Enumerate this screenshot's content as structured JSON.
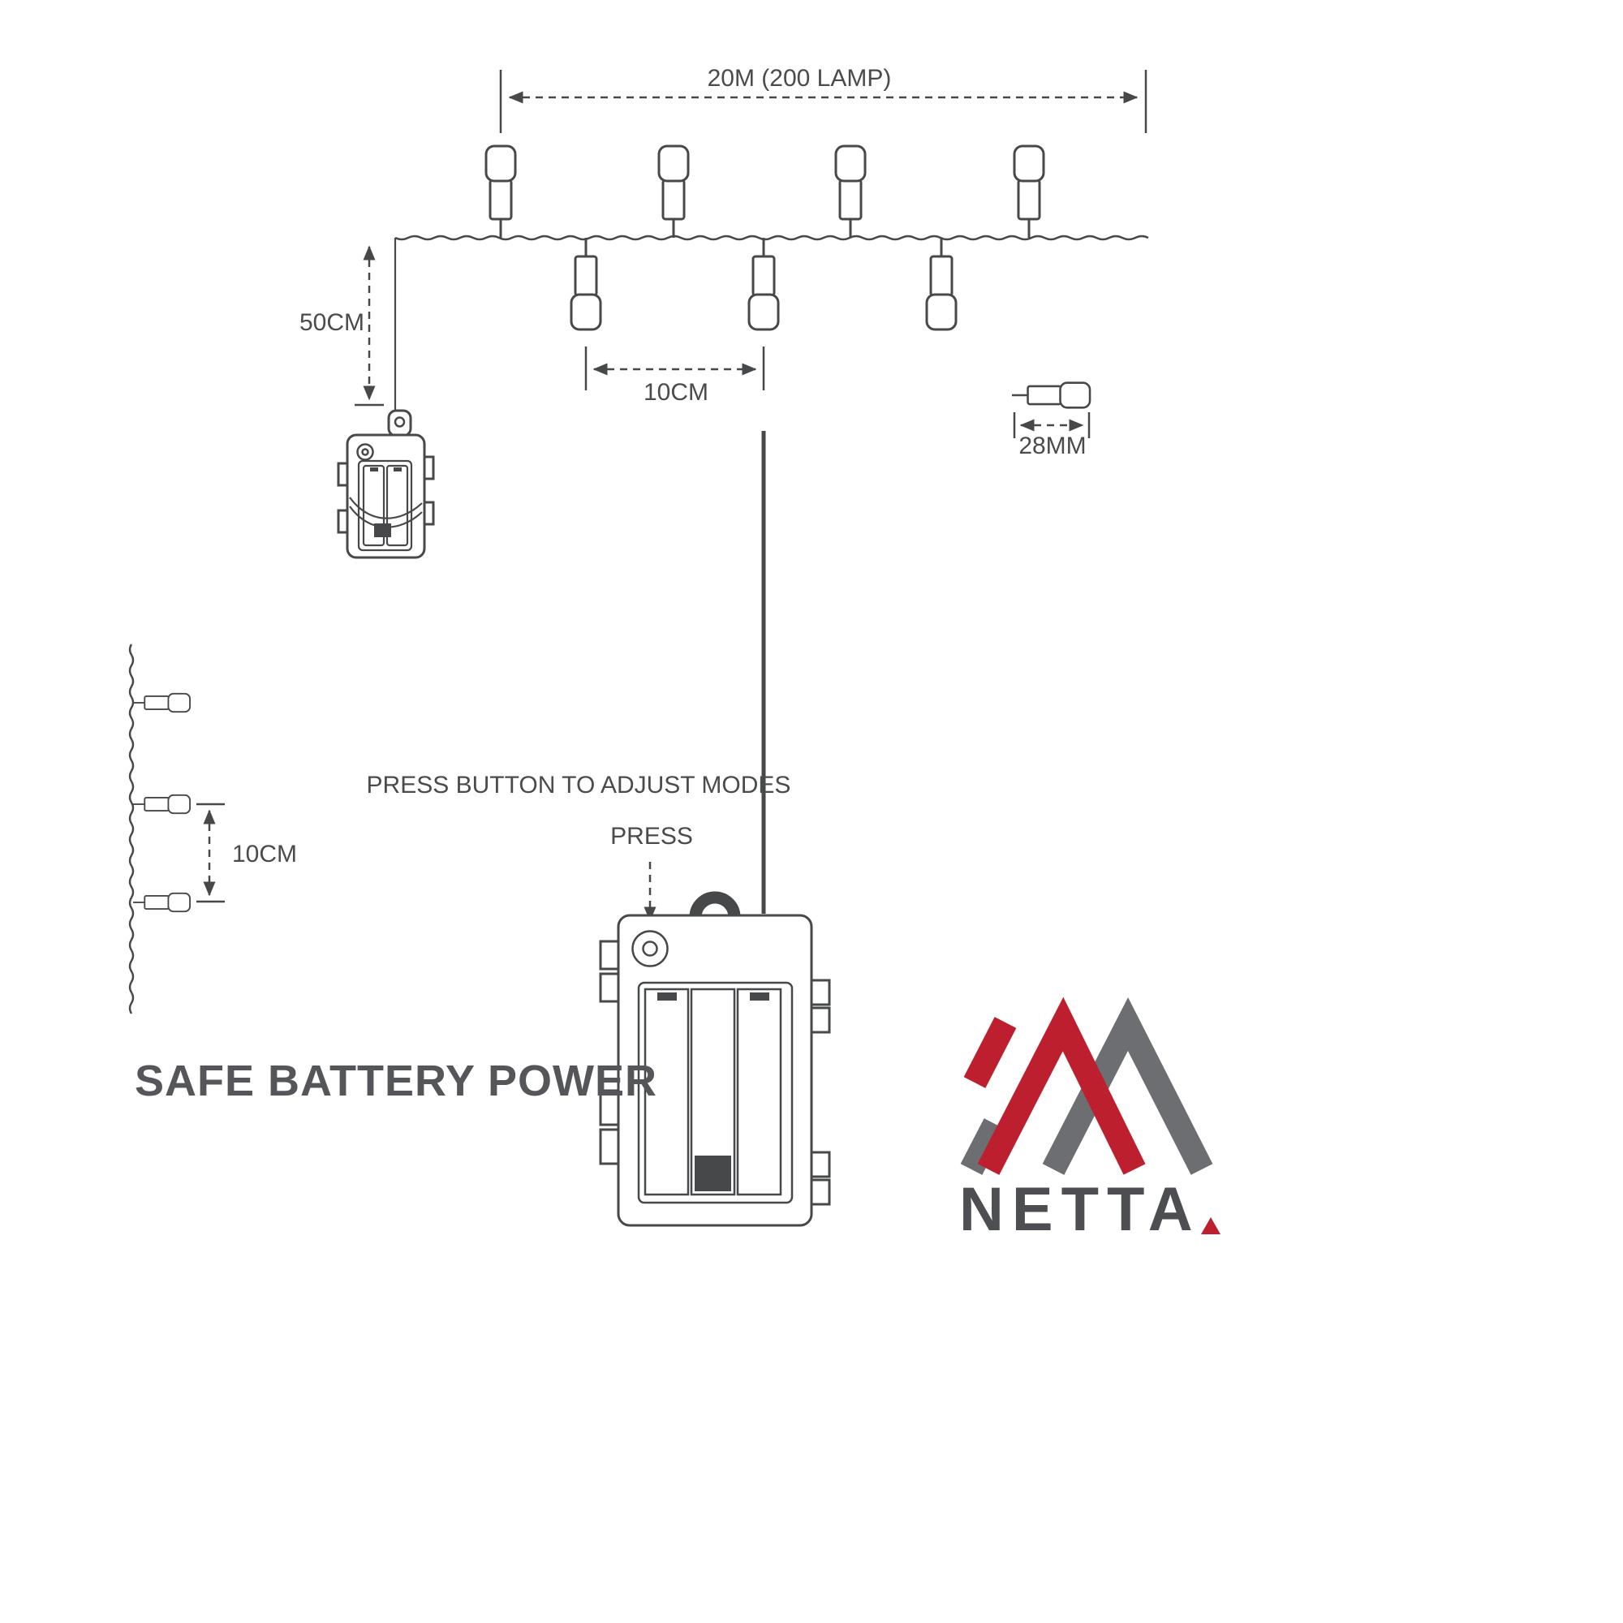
{
  "labels": {
    "total_length": "20M (200 LAMP)",
    "drop_length": "50CM",
    "bulb_spacing": "10CM",
    "bulb_size": "28MM",
    "left_spacing": "10CM",
    "press_instruction": "PRESS BUTTON TO ADJUST MODES",
    "press": "PRESS",
    "tagline": "SAFE BATTERY POWER",
    "brand": "NETTA"
  },
  "colors": {
    "line": "#47484a",
    "text": "#4a4b4d",
    "logo_red": "#be1f2e",
    "logo_gray": "#6d6e71",
    "brand_text": "#4d4e52"
  }
}
